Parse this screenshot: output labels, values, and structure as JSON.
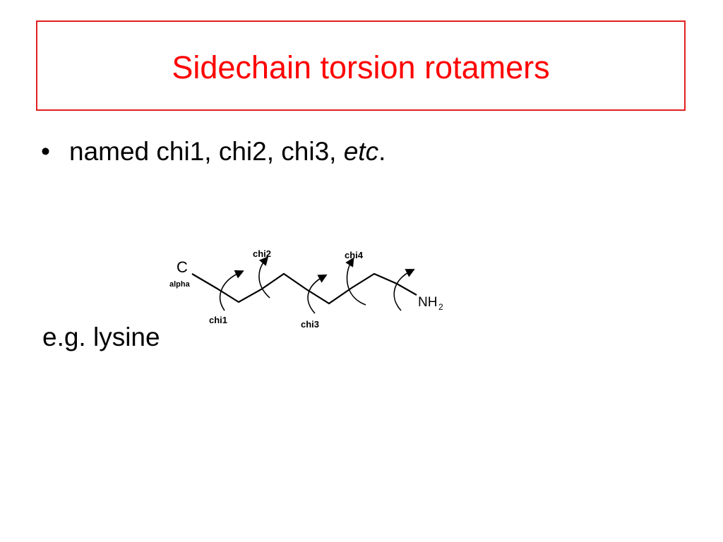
{
  "slide": {
    "title": "Sidechain torsion rotamers",
    "bullet": {
      "marker": "•",
      "text": "named chi1, chi2, chi3, ",
      "italic": "etc",
      "suffix": "."
    },
    "example_text": "e.g. lysine"
  },
  "diagram": {
    "start_atom": "C",
    "start_subscript": "alpha",
    "end_atom": "NH",
    "end_subscript": "2",
    "torsion_labels": [
      "chi1",
      "chi2",
      "chi3",
      "chi4"
    ]
  },
  "colors": {
    "title": "#ff0000",
    "title_border": "#e02020",
    "text": "#000000"
  }
}
